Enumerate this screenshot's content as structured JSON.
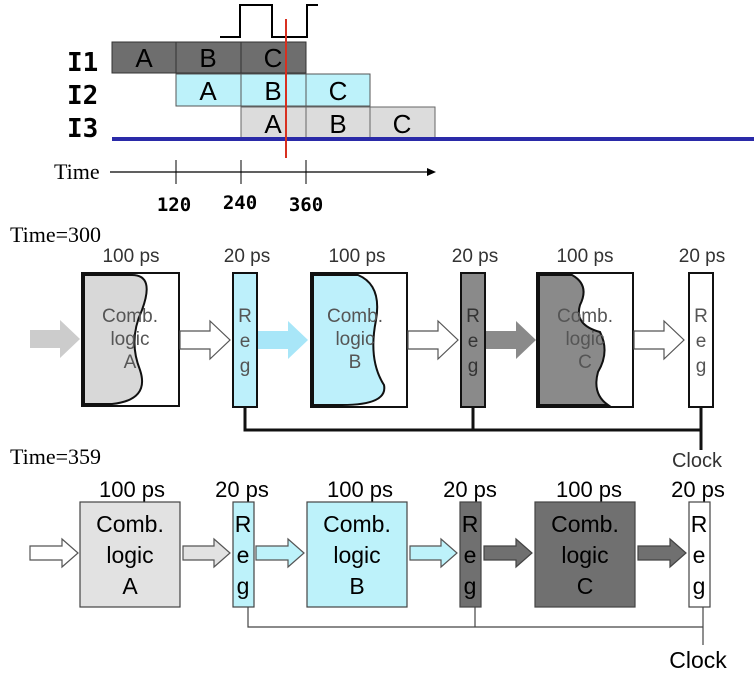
{
  "timing": {
    "rows": [
      {
        "label": "I1",
        "cells": [
          "A",
          "B",
          "C"
        ],
        "color": "#6e6e6e"
      },
      {
        "label": "I2",
        "cells": [
          "A",
          "B",
          "C"
        ],
        "color": "#bdf2fa"
      },
      {
        "label": "I3",
        "cells": [
          "A",
          "B",
          "C"
        ],
        "color": "#dcdcdc"
      }
    ],
    "time_label": "Time",
    "ticks": [
      "120",
      "240",
      "360"
    ],
    "marker_color": "#d83020",
    "baseline_color": "#2a2aa8"
  },
  "snap1": {
    "title": "Time=300",
    "comb_time": "100 ps",
    "reg_time": "20 ps",
    "stages": [
      {
        "lines": [
          "Comb.",
          "logic",
          "A"
        ],
        "color": "#d8d8d8"
      },
      {
        "lines": [
          "Comb.",
          "logic",
          "B"
        ],
        "color": "#bdf0fb"
      },
      {
        "lines": [
          "Comb.",
          "logic",
          "C"
        ],
        "color": "#8a8a8a"
      }
    ],
    "reg_letters": [
      "R",
      "e",
      "g"
    ],
    "reg_colors": [
      "#bdf0fb",
      "#8a8a8a",
      "#ffffff"
    ],
    "clock_label": "Clock"
  },
  "snap2": {
    "title": "Time=359",
    "comb_time": "100 ps",
    "reg_time": "20 ps",
    "stages": [
      {
        "lines": [
          "Comb.",
          "logic",
          "A"
        ],
        "color": "#e2e2e2"
      },
      {
        "lines": [
          "Comb.",
          "logic",
          "B"
        ],
        "color": "#bdf2fa"
      },
      {
        "lines": [
          "Comb.",
          "logic",
          "C"
        ],
        "color": "#707070"
      }
    ],
    "reg_letters": [
      "R",
      "e",
      "g"
    ],
    "reg_colors": [
      "#bdf2fa",
      "#707070",
      "#ffffff"
    ],
    "clock_label": "Clock"
  }
}
